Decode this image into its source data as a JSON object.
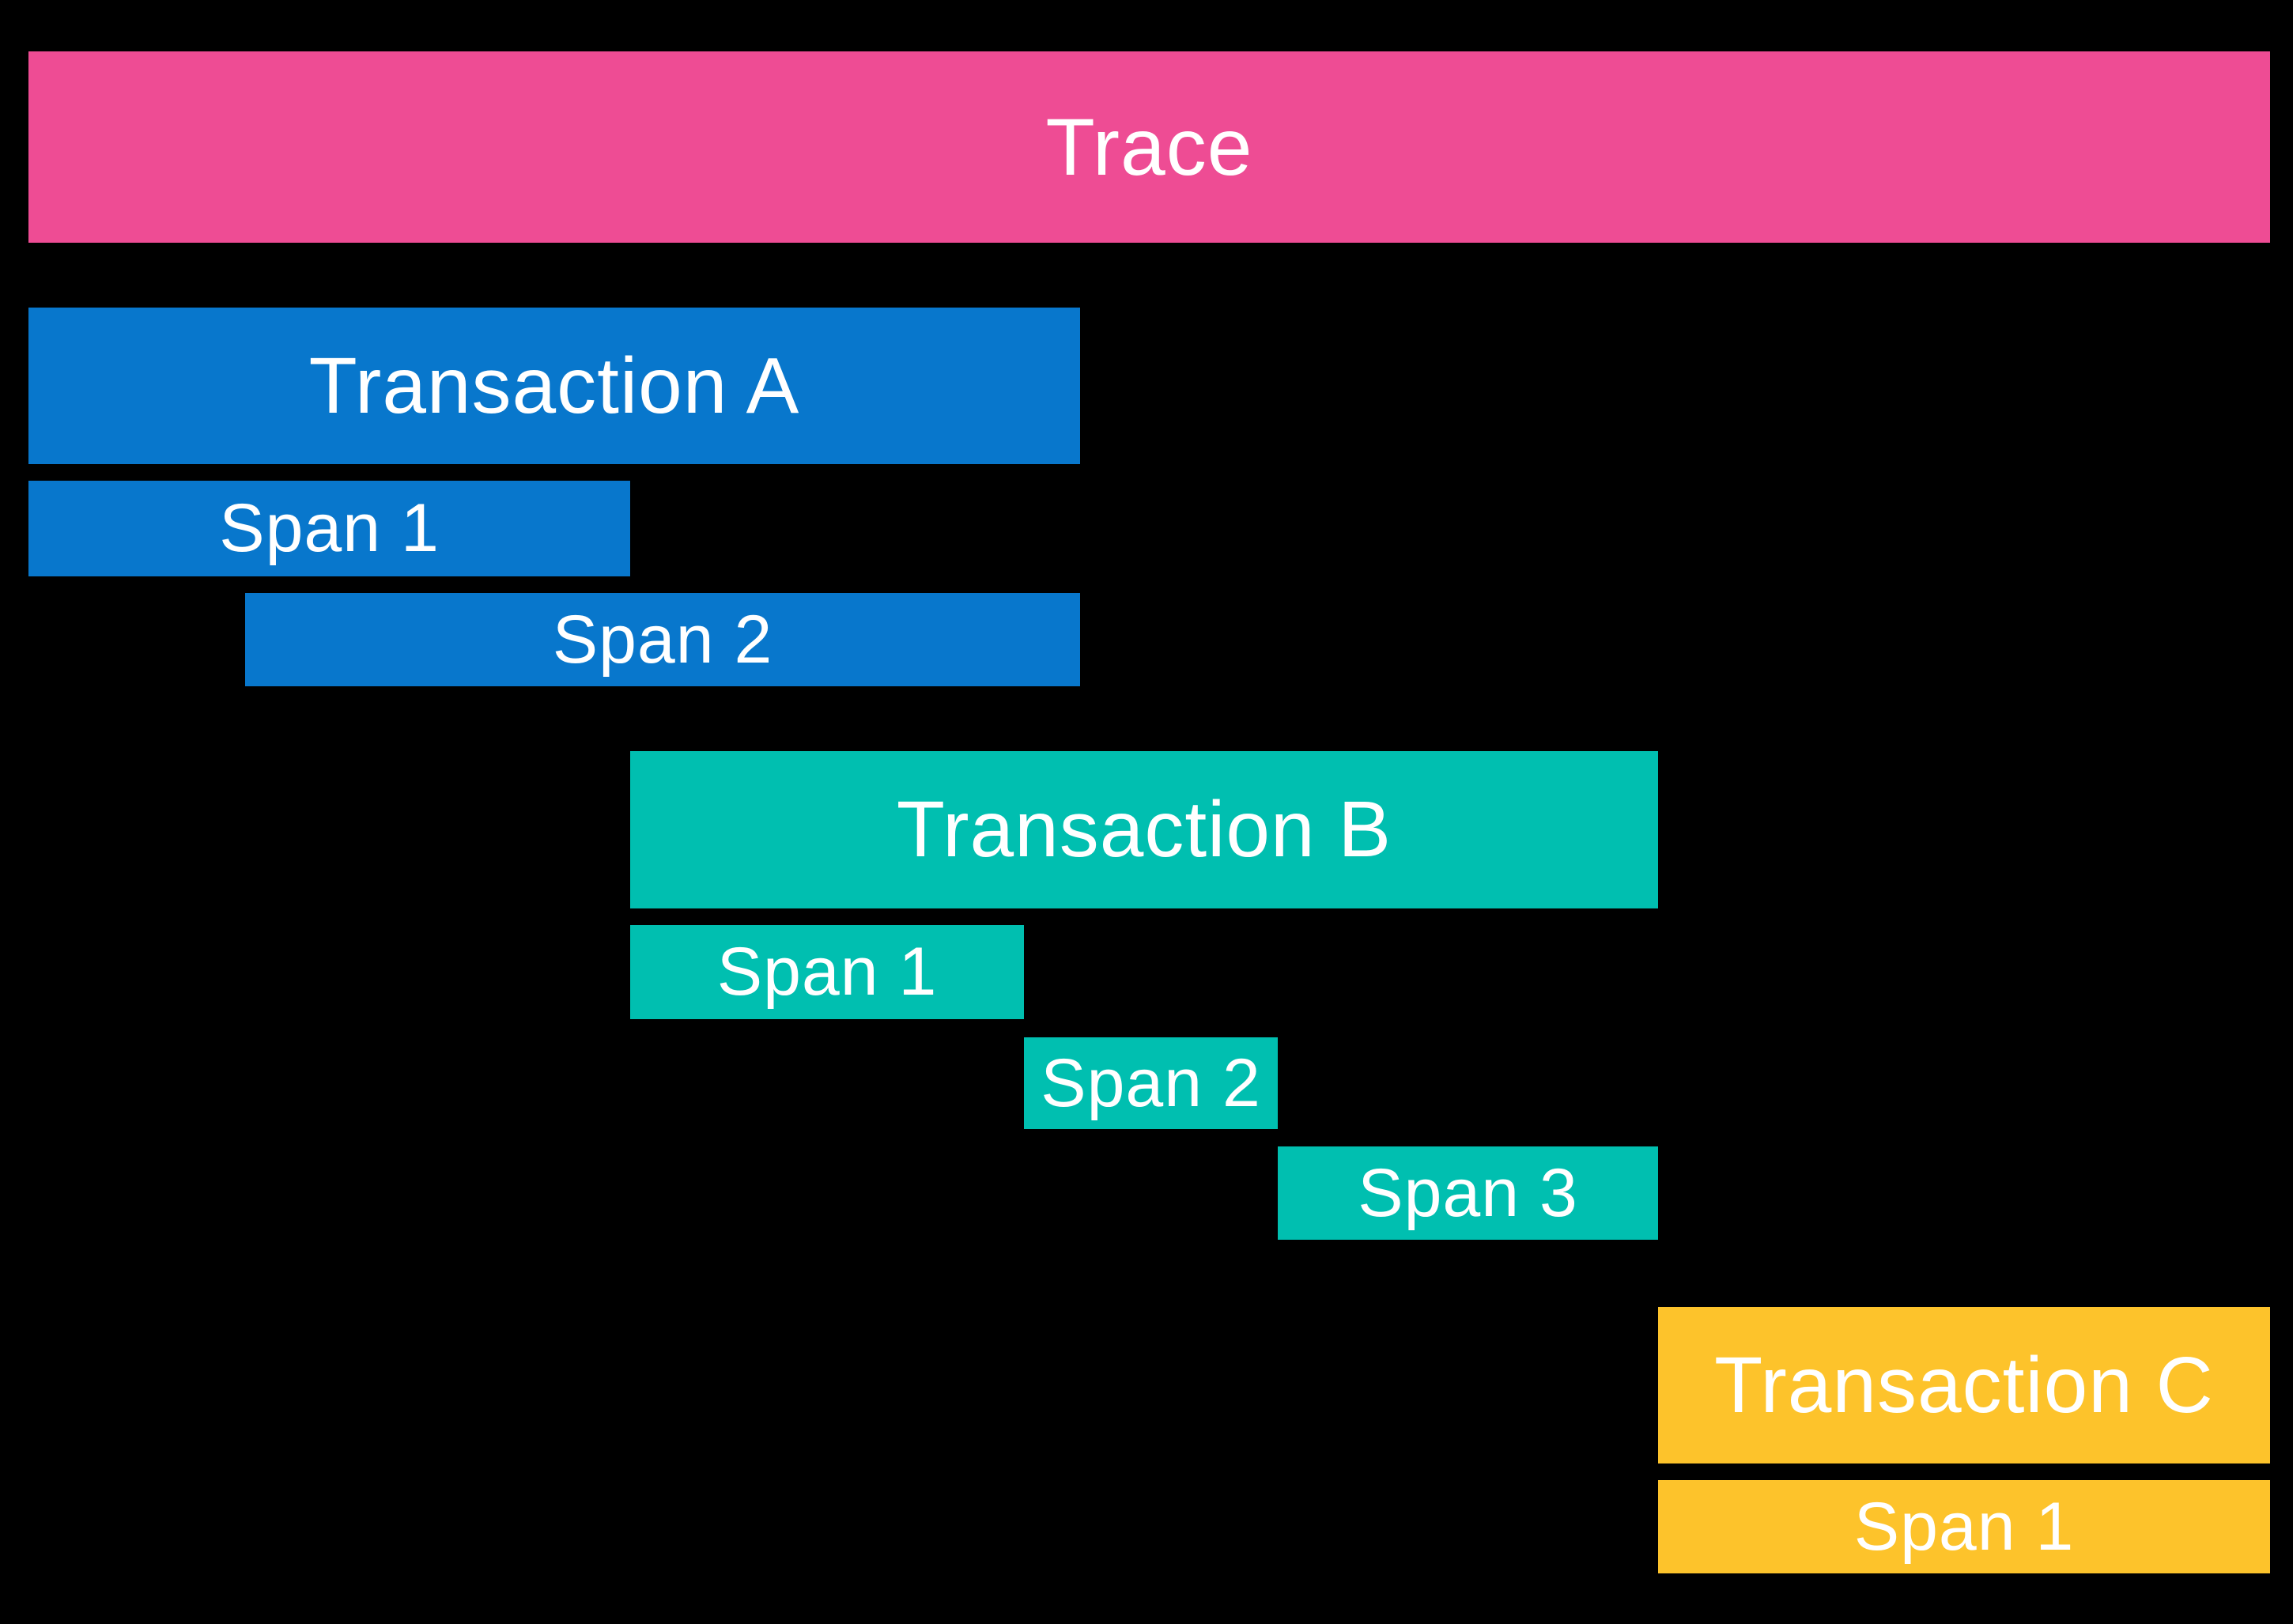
{
  "diagram": {
    "background_color": "#000000",
    "label_text_color": "#ffffff",
    "trace": {
      "label": "Trace",
      "color": "#ee4c94"
    },
    "transactions": [
      {
        "label": "Transaction A",
        "color": "#0877cc",
        "spans": [
          {
            "label": "Span 1"
          },
          {
            "label": "Span 2"
          }
        ]
      },
      {
        "label": "Transaction B",
        "color": "#00bfb0",
        "spans": [
          {
            "label": "Span 1"
          },
          {
            "label": "Span 2"
          },
          {
            "label": "Span 3"
          }
        ]
      },
      {
        "label": "Transaction C",
        "color": "#fdc32b",
        "spans": [
          {
            "label": "Span 1"
          }
        ]
      }
    ]
  }
}
